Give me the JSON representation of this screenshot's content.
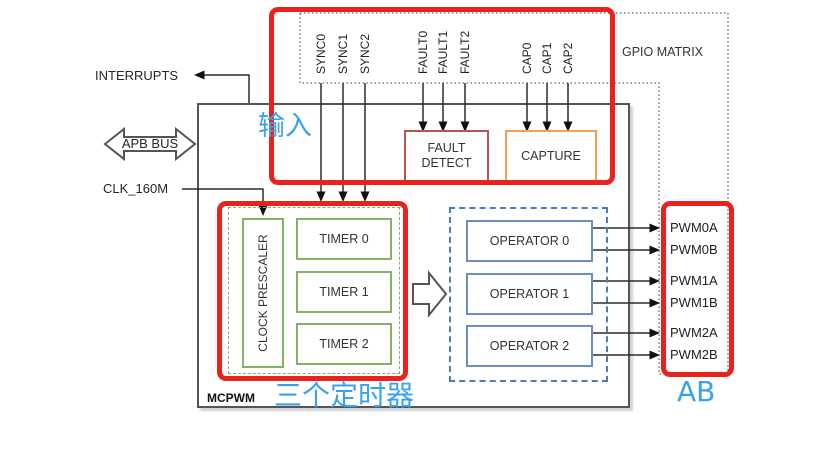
{
  "colors": {
    "annotation_red": "#e8231c",
    "highlight_blue": "#3aa0f0",
    "timer_green": "#82b366",
    "fault_red": "#b85450",
    "capture_orange": "#f0a050",
    "operator_blue": "#6c8ebf",
    "dashed_blue": "#4a7ebb"
  },
  "gpio_matrix_label": "GPIO MATRIX",
  "signals": {
    "sync": [
      "SYNC0",
      "SYNC1",
      "SYNC2"
    ],
    "fault": [
      "FAULT0",
      "FAULT1",
      "FAULT2"
    ],
    "cap": [
      "CAP0",
      "CAP1",
      "CAP2"
    ]
  },
  "left_labels": {
    "interrupts": "INTERRUPTS",
    "apb_bus": "APB BUS",
    "clock": "CLK_160M"
  },
  "mcpwm_label": "MCPWM",
  "blocks": {
    "fault_detect_line1": "FAULT",
    "fault_detect_line2": "DETECT",
    "capture": "CAPTURE",
    "clock_prescaler": "CLOCK PRESCALER",
    "timers": [
      "TIMER 0",
      "TIMER 1",
      "TIMER 2"
    ],
    "operators": [
      "OPERATOR 0",
      "OPERATOR 1",
      "OPERATOR 2"
    ]
  },
  "outputs": [
    "PWM0A",
    "PWM0B",
    "PWM1A",
    "PWM1B",
    "PWM2A",
    "PWM2B"
  ],
  "annotations": {
    "input": "输入",
    "three_timers": "三个定时器",
    "ab": "AB"
  }
}
